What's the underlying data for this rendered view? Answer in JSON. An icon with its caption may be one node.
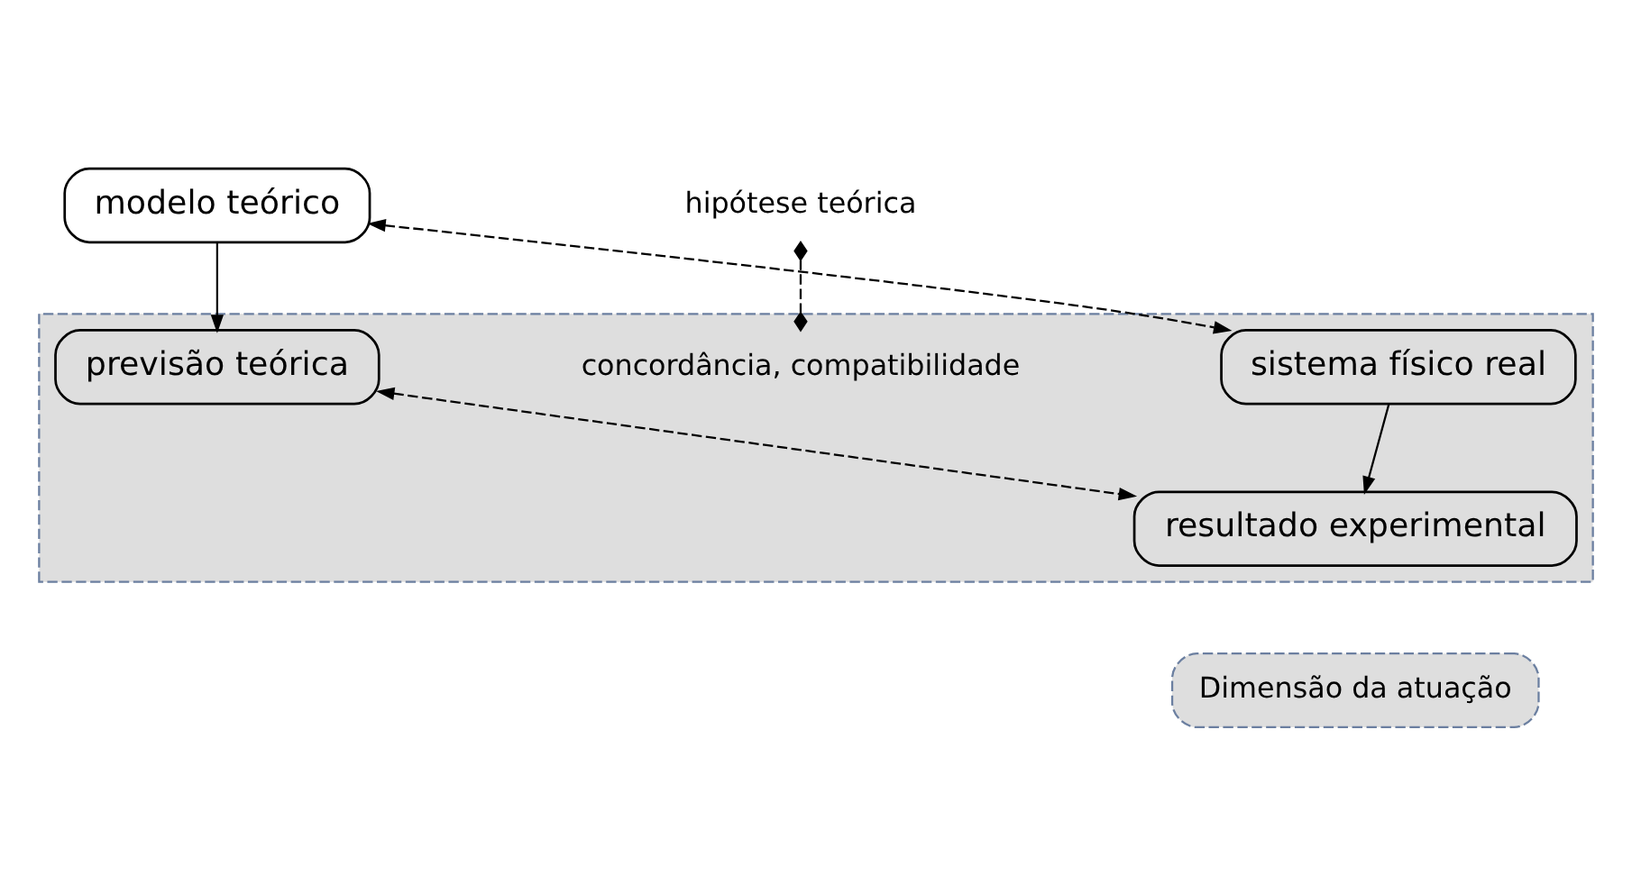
{
  "diagram": {
    "nodes": [
      {
        "text": [
          "modelo teórico"
        ]
      },
      {
        "text": [],
        "shape": "box"
      },
      {
        "text": [
          "sistema físico real"
        ],
        "in": 1
      },
      {
        "text": [
          "hipótese teórica"
        ]
      },
      {
        "text": [
          "concordância, compatibilidade"
        ],
        "in": 1
      },
      {
        "text": [
          "previsão teórica"
        ],
        "in": 1
      },
      {
        "text": [
          "resultado experimental"
        ],
        "in": 1
      },
      {
        "text": [
          "Dimensão da atuação"
        ]
      }
    ],
    "edges": [
      {
        "from": 0,
        "to": 2,
        "arrow": "both",
        "style": "dashed"
      },
      {
        "from": 0,
        "to": 5,
        "arrow": "to"
      },
      {
        "from": 2,
        "to": 6,
        "arrow": "to"
      },
      {
        "from": 3,
        "to": 4,
        "arrow": "other",
        "style": "dashed"
      },
      {
        "from": 5,
        "to": 6,
        "arrow": "both",
        "style": "dashed"
      }
    ]
  }
}
